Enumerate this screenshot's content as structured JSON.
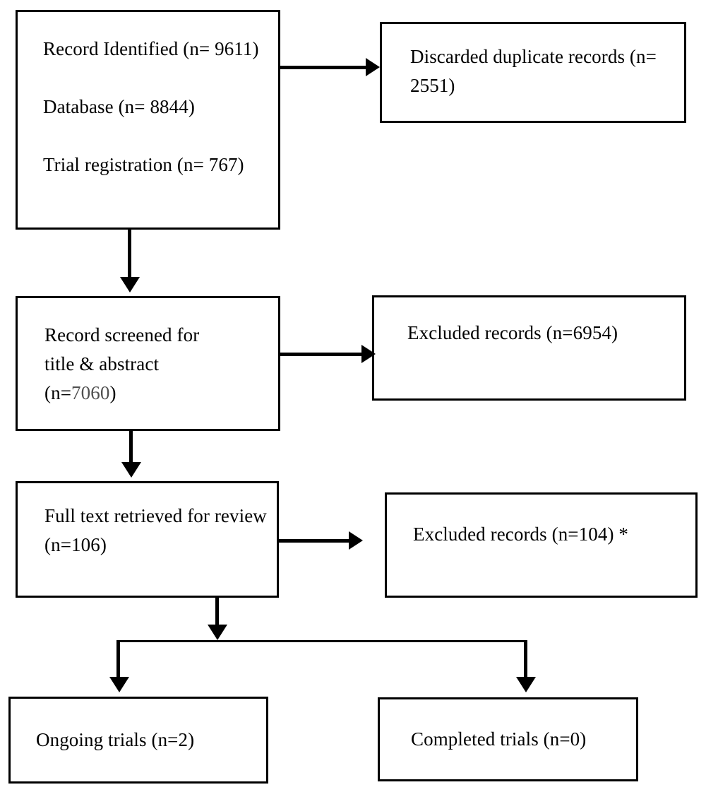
{
  "diagram": {
    "type": "prisma-flow-diagram",
    "nodes": {
      "identified": {
        "label": "Record Identified (n= 9611)\n\nDatabase (n= 8844)\n\nTrial registration (n= 767)",
        "lines": [
          "Record Identified (n= 9611)",
          "Database (n= 8844)",
          "Trial registration (n= 767)"
        ],
        "counts": {
          "total": 9611,
          "database": 8844,
          "trial_registration": 767
        }
      },
      "duplicates": {
        "label": "Discarded duplicate records (n= 2551)",
        "lines": [
          "Discarded duplicate",
          "records (n= 2551)"
        ],
        "count": 2551
      },
      "screened": {
        "label_prefix": "Record screened for\ntitle & abstract\n(n=",
        "label_value": "7060",
        "label_suffix": ")",
        "lines": [
          "Record screened for",
          "title & abstract",
          "(n=7060)"
        ],
        "count": 7060,
        "value_color": "#4f4f4f"
      },
      "excluded_screening": {
        "label": "Excluded records (n=6954)",
        "lines": [
          "Excluded records",
          "(n=6954)"
        ],
        "count": 6954
      },
      "fulltext": {
        "label": "Full text retrieved for review (n=106)",
        "lines": [
          "Full text retrieved for",
          "review (n=106)"
        ],
        "count": 106
      },
      "excluded_fulltext": {
        "label": "Excluded records (n=104) *",
        "lines": [
          "Excluded records (n=104) *"
        ],
        "count": 104,
        "footnote_marker": "*"
      },
      "ongoing": {
        "label": "Ongoing trials (n=2)",
        "lines": [
          "Ongoing trials (n=2)"
        ],
        "count": 2
      },
      "completed": {
        "label": "Completed trials (n=0)",
        "lines": [
          "Completed trials (n=0)"
        ],
        "count": 0
      }
    },
    "colors": {
      "stroke": "#000000",
      "background": "#ffffff",
      "text": "#000000",
      "muted_text": "#4f4f4f"
    }
  }
}
